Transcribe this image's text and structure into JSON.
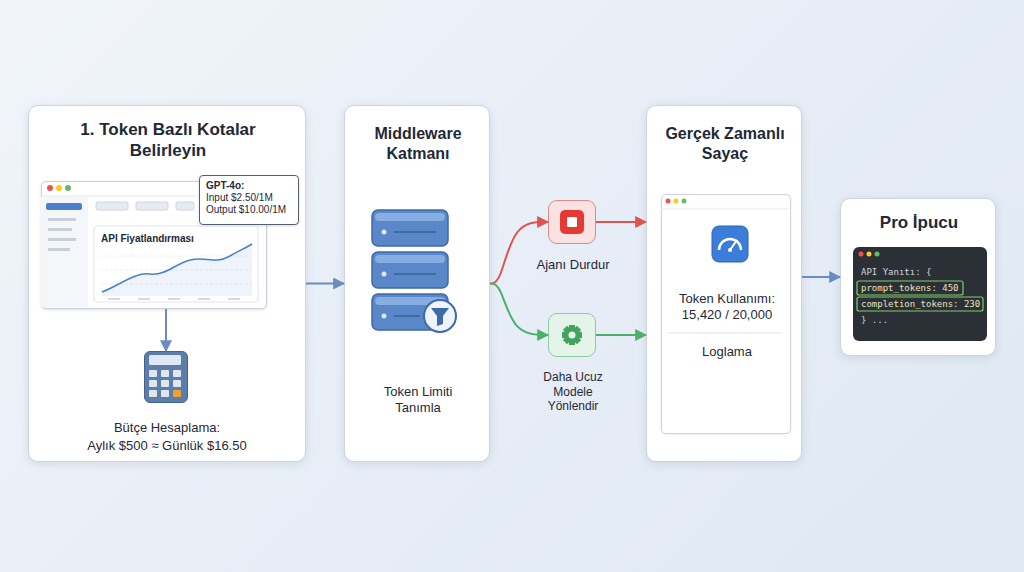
{
  "diagram": {
    "nodes": [
      {
        "text": [
          "1. Token Bazlı Kotalar Belirleyin"
        ]
      },
      {
        "text": [
          "API Fiyatlandırması"
        ],
        "in": 0
      },
      {
        "text": [
          "GPT-4o:",
          "Input $2.50/1M Output $10.00/1M"
        ],
        "in": 0
      },
      {
        "text": [
          "Bütçe Hesaplama:",
          "Aylık $500 ≈ Günlük $16.50"
        ],
        "in": 0
      },
      {
        "text": [
          "Middleware Katmanı",
          "Token Limiti Tanımla"
        ]
      },
      {
        "text": [
          "Ajanı Durdur"
        ]
      },
      {
        "text": [
          "Daha Ucuz Modele Yönlendir"
        ]
      },
      {
        "text": [
          "Gerçek Zamanlı Sayaç"
        ]
      },
      {
        "text": [
          "Token Kullanımı: 15,420 / 20,000",
          "Loglama"
        ],
        "in": 7
      },
      {
        "text": [
          "Pro İpucu"
        ]
      },
      {
        "text": [
          "API Yanıtı: {",
          "prompt_tokens: 450",
          "completion_tokens: 230",
          "} ..."
        ],
        "in": 9
      }
    ],
    "edges": [
      {
        "from": 1,
        "to": 3,
        "arrow": "to"
      },
      {
        "from": 0,
        "to": 4,
        "arrow": "to"
      },
      {
        "from": 4,
        "to": 5,
        "arrow": "to"
      },
      {
        "from": 4,
        "to": 6,
        "arrow": "to"
      },
      {
        "from": 5,
        "to": 7,
        "arrow": "to"
      },
      {
        "from": 6,
        "to": 7,
        "arrow": "to"
      },
      {
        "from": 7,
        "to": 9,
        "arrow": "to"
      }
    ]
  }
}
